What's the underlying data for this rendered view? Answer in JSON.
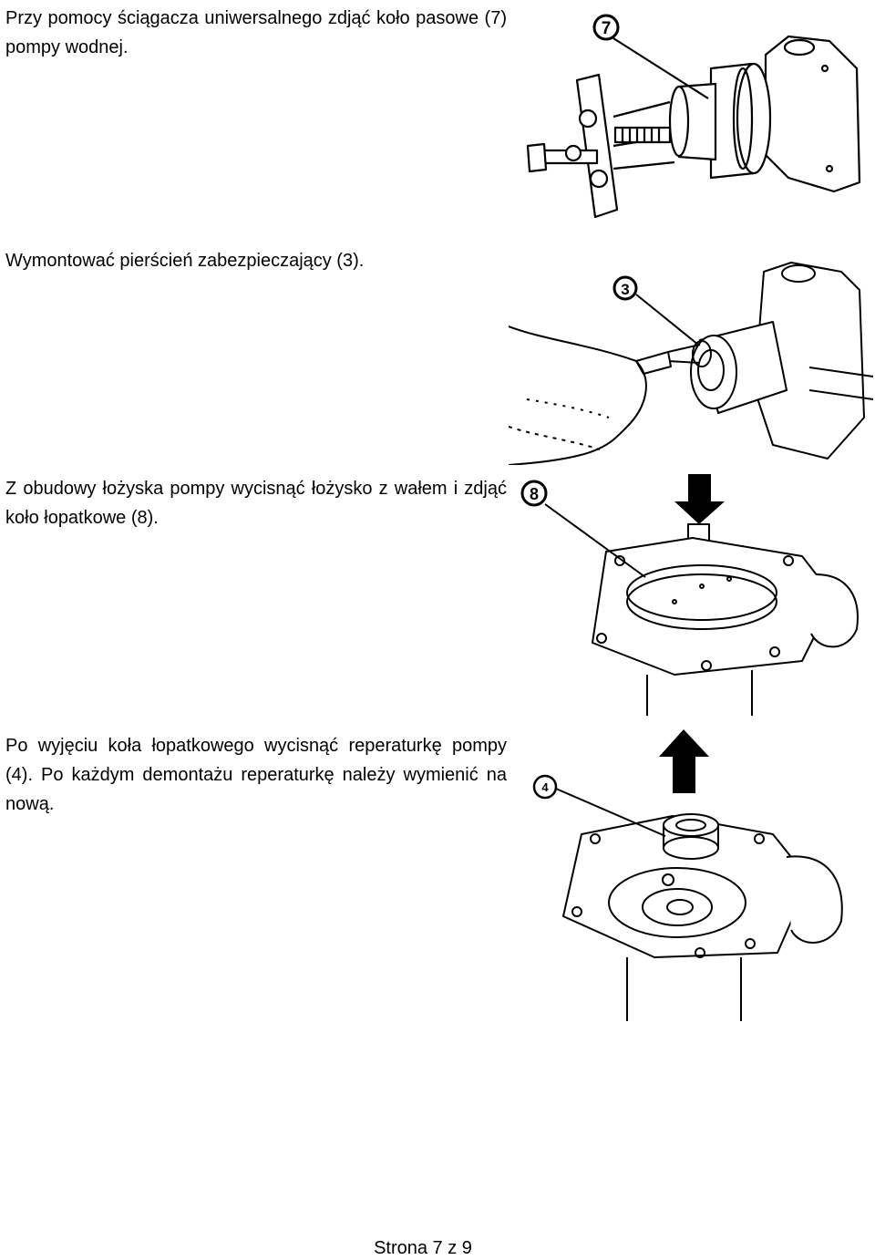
{
  "steps": [
    {
      "text": "Przy pomocy ściągacza uniwersalnego zdjąć koło pasowe (7) pompy wodnej.",
      "callout": "7"
    },
    {
      "text": "Wymontować pierścień zabezpieczający (3).",
      "callout": "3"
    },
    {
      "text": "Z obudowy łożyska pompy wycisnąć łożysko z wałem i zdjąć koło łopatkowe (8).",
      "callout": "8"
    },
    {
      "text": "Po wyjęciu koła łopatkowego wycisnąć reperaturkę pompy (4). Po każdym demontażu reperaturkę należy wymienić na nową.",
      "callout": "4"
    }
  ],
  "footer": {
    "page": "Strona 7 z 9"
  }
}
